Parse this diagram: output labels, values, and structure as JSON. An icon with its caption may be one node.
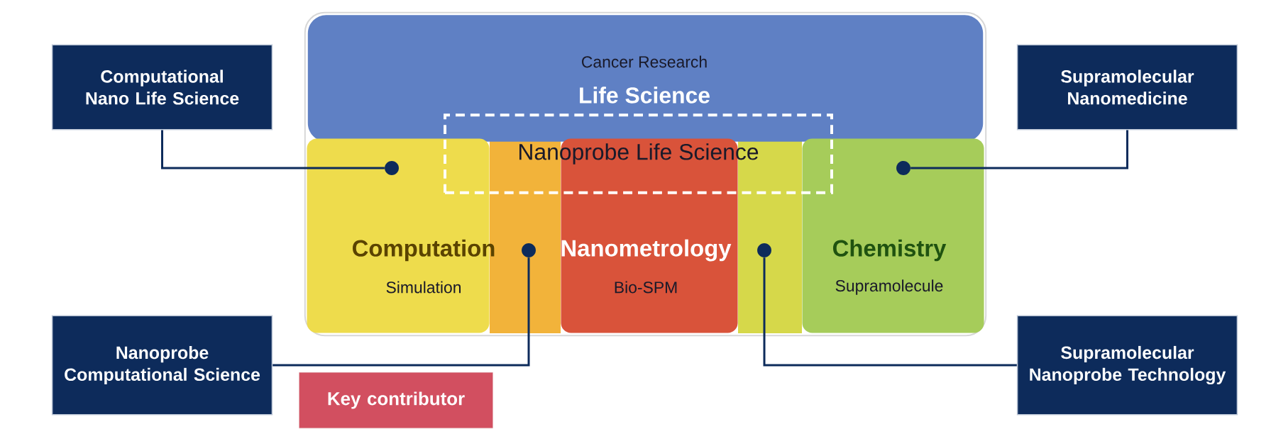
{
  "diagram": {
    "nodes": [
      {
        "text": [
          "Computational Nano Life Science"
        ]
      },
      {
        "text": [
          "Supramolecular Nanomedicine"
        ]
      },
      {
        "text": [
          "Nanoprobe Computational Science"
        ]
      },
      {
        "text": [
          "Supramolecular Nanoprobe Technology"
        ]
      },
      {
        "text": [
          "Key contributor"
        ]
      },
      {
        "text": [],
        "shape": "box"
      },
      {
        "text": [
          "Cancer Research",
          "Life Science"
        ],
        "in": 5
      },
      {
        "text": [
          "Nanoprobe Life Science"
        ],
        "in": 5
      },
      {
        "text": [
          "Computation",
          "Simulation"
        ],
        "in": 5
      },
      {
        "text": [
          "Nanometrology",
          "Bio-SPM"
        ],
        "in": 5
      },
      {
        "text": [
          "Chemistry",
          "Supramolecule"
        ],
        "in": 5
      },
      {
        "text": [],
        "shape": "circle",
        "in": 8
      },
      {
        "text": [],
        "shape": "circle",
        "in": 10
      },
      {
        "text": [],
        "shape": "circle",
        "in": 5
      },
      {
        "text": [],
        "shape": "circle",
        "in": 5
      }
    ],
    "edges": [
      {
        "from": 0,
        "to": 11,
        "arrow": "none"
      },
      {
        "from": 1,
        "to": 12,
        "arrow": "none"
      },
      {
        "from": 2,
        "to": 13,
        "arrow": "none"
      },
      {
        "from": 3,
        "to": 14,
        "arrow": "none"
      }
    ]
  }
}
